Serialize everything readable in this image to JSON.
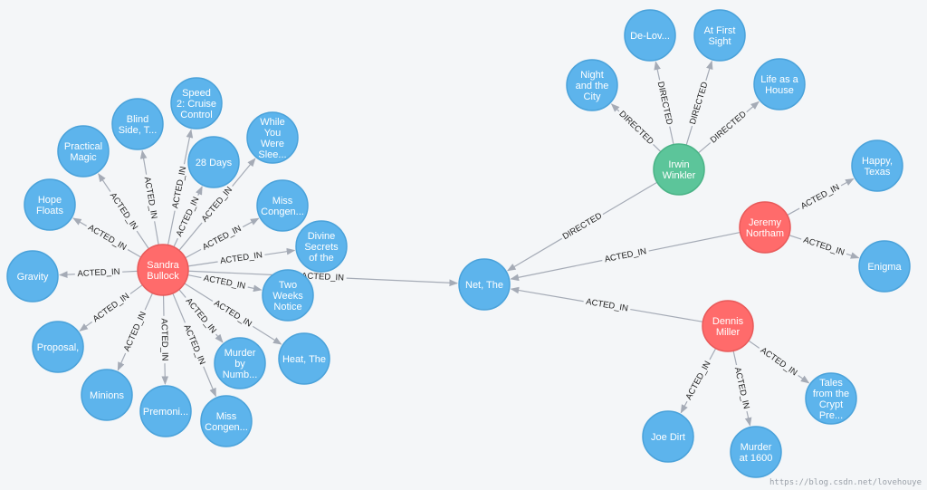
{
  "colors": {
    "person": "#ff6b6b",
    "person_stroke": "#e85a5a",
    "movie": "#5db4ec",
    "movie_stroke": "#4aa2da",
    "director": "#5cc59a",
    "director_stroke": "#4ab386",
    "edge": "#a5abb6",
    "background": "#f4f6f8"
  },
  "watermark": "https://blog.csdn.net/lovehouye",
  "nodes": [
    {
      "id": "sandra",
      "kind": "person",
      "lines": [
        "Sandra",
        "Bullock"
      ]
    },
    {
      "id": "irwin",
      "kind": "director",
      "lines": [
        "Irwin",
        "Winkler"
      ]
    },
    {
      "id": "jeremy",
      "kind": "person",
      "lines": [
        "Jeremy",
        "Northam"
      ]
    },
    {
      "id": "dennis",
      "kind": "person",
      "lines": [
        "Dennis",
        "Miller"
      ]
    },
    {
      "id": "net",
      "kind": "movie",
      "lines": [
        "Net, The"
      ]
    },
    {
      "id": "speed2",
      "kind": "movie",
      "lines": [
        "Speed",
        "2: Cruise",
        "Control"
      ]
    },
    {
      "id": "blind",
      "kind": "movie",
      "lines": [
        "Blind",
        "Side, T..."
      ]
    },
    {
      "id": "practical",
      "kind": "movie",
      "lines": [
        "Practical",
        "Magic"
      ]
    },
    {
      "id": "hope",
      "kind": "movie",
      "lines": [
        "Hope",
        "Floats"
      ]
    },
    {
      "id": "gravity",
      "kind": "movie",
      "lines": [
        "Gravity"
      ]
    },
    {
      "id": "proposal",
      "kind": "movie",
      "lines": [
        "Proposal,"
      ]
    },
    {
      "id": "minions",
      "kind": "movie",
      "lines": [
        "Minions"
      ]
    },
    {
      "id": "premoni",
      "kind": "movie",
      "lines": [
        "Premoni..."
      ]
    },
    {
      "id": "misscong2",
      "kind": "movie",
      "lines": [
        "Miss",
        "Congen..."
      ]
    },
    {
      "id": "murdernum",
      "kind": "movie",
      "lines": [
        "Murder",
        "by",
        "Numb..."
      ]
    },
    {
      "id": "heat",
      "kind": "movie",
      "lines": [
        "Heat, The"
      ]
    },
    {
      "id": "twoweeks",
      "kind": "movie",
      "lines": [
        "Two",
        "Weeks",
        "Notice"
      ]
    },
    {
      "id": "divine",
      "kind": "movie",
      "lines": [
        "Divine",
        "Secrets",
        "of the"
      ]
    },
    {
      "id": "misscong1",
      "kind": "movie",
      "lines": [
        "Miss",
        "Congen..."
      ]
    },
    {
      "id": "whileyou",
      "kind": "movie",
      "lines": [
        "While",
        "You",
        "Were",
        "Slee..."
      ]
    },
    {
      "id": "days28",
      "kind": "movie",
      "lines": [
        "28 Days"
      ]
    },
    {
      "id": "nightcity",
      "kind": "movie",
      "lines": [
        "Night",
        "and the",
        "City"
      ]
    },
    {
      "id": "delov",
      "kind": "movie",
      "lines": [
        "De-Lov..."
      ]
    },
    {
      "id": "firstsight",
      "kind": "movie",
      "lines": [
        "At First",
        "Sight"
      ]
    },
    {
      "id": "lifehouse",
      "kind": "movie",
      "lines": [
        "Life as a",
        "House"
      ]
    },
    {
      "id": "happy",
      "kind": "movie",
      "lines": [
        "Happy,",
        "Texas"
      ]
    },
    {
      "id": "enigma",
      "kind": "movie",
      "lines": [
        "Enigma"
      ]
    },
    {
      "id": "tales",
      "kind": "movie",
      "lines": [
        "Tales",
        "from the",
        "Crypt",
        "Pre..."
      ]
    },
    {
      "id": "joedirt",
      "kind": "movie",
      "lines": [
        "Joe Dirt"
      ]
    },
    {
      "id": "murder1600",
      "kind": "movie",
      "lines": [
        "Murder",
        "at 1600"
      ]
    }
  ],
  "edges": [
    {
      "from": "sandra",
      "to": "speed2",
      "label": "ACTED_IN"
    },
    {
      "from": "sandra",
      "to": "blind",
      "label": "ACTED_IN"
    },
    {
      "from": "sandra",
      "to": "practical",
      "label": "ACTED_IN"
    },
    {
      "from": "sandra",
      "to": "hope",
      "label": "ACTED_IN"
    },
    {
      "from": "sandra",
      "to": "gravity",
      "label": "ACTED_IN"
    },
    {
      "from": "sandra",
      "to": "proposal",
      "label": "ACTED_IN"
    },
    {
      "from": "sandra",
      "to": "minions",
      "label": "ACTED_IN"
    },
    {
      "from": "sandra",
      "to": "premoni",
      "label": "ACTED_IN"
    },
    {
      "from": "sandra",
      "to": "misscong2",
      "label": "ACTED_IN"
    },
    {
      "from": "sandra",
      "to": "murdernum",
      "label": "ACTED_IN"
    },
    {
      "from": "sandra",
      "to": "heat",
      "label": "ACTED_IN"
    },
    {
      "from": "sandra",
      "to": "twoweeks",
      "label": "ACTED_IN"
    },
    {
      "from": "sandra",
      "to": "divine",
      "label": "ACTED_IN"
    },
    {
      "from": "sandra",
      "to": "misscong1",
      "label": "ACTED_IN"
    },
    {
      "from": "sandra",
      "to": "whileyou",
      "label": "ACTED_IN"
    },
    {
      "from": "sandra",
      "to": "days28",
      "label": "ACTED_IN"
    },
    {
      "from": "sandra",
      "to": "net",
      "label": "ACTED_IN"
    },
    {
      "from": "irwin",
      "to": "nightcity",
      "label": "DIRECTED"
    },
    {
      "from": "irwin",
      "to": "delov",
      "label": "DIRECTED"
    },
    {
      "from": "irwin",
      "to": "firstsight",
      "label": "DIRECTED"
    },
    {
      "from": "irwin",
      "to": "lifehouse",
      "label": "DIRECTED"
    },
    {
      "from": "irwin",
      "to": "net",
      "label": "DIRECTED"
    },
    {
      "from": "jeremy",
      "to": "happy",
      "label": "ACTED_IN"
    },
    {
      "from": "jeremy",
      "to": "enigma",
      "label": "ACTED_IN"
    },
    {
      "from": "jeremy",
      "to": "net",
      "label": "ACTED_IN"
    },
    {
      "from": "dennis",
      "to": "net",
      "label": "ACTED_IN"
    },
    {
      "from": "dennis",
      "to": "tales",
      "label": "ACTED_IN"
    },
    {
      "from": "dennis",
      "to": "joedirt",
      "label": "ACTED_IN"
    },
    {
      "from": "dennis",
      "to": "murder1600",
      "label": "ACTED_IN"
    }
  ]
}
